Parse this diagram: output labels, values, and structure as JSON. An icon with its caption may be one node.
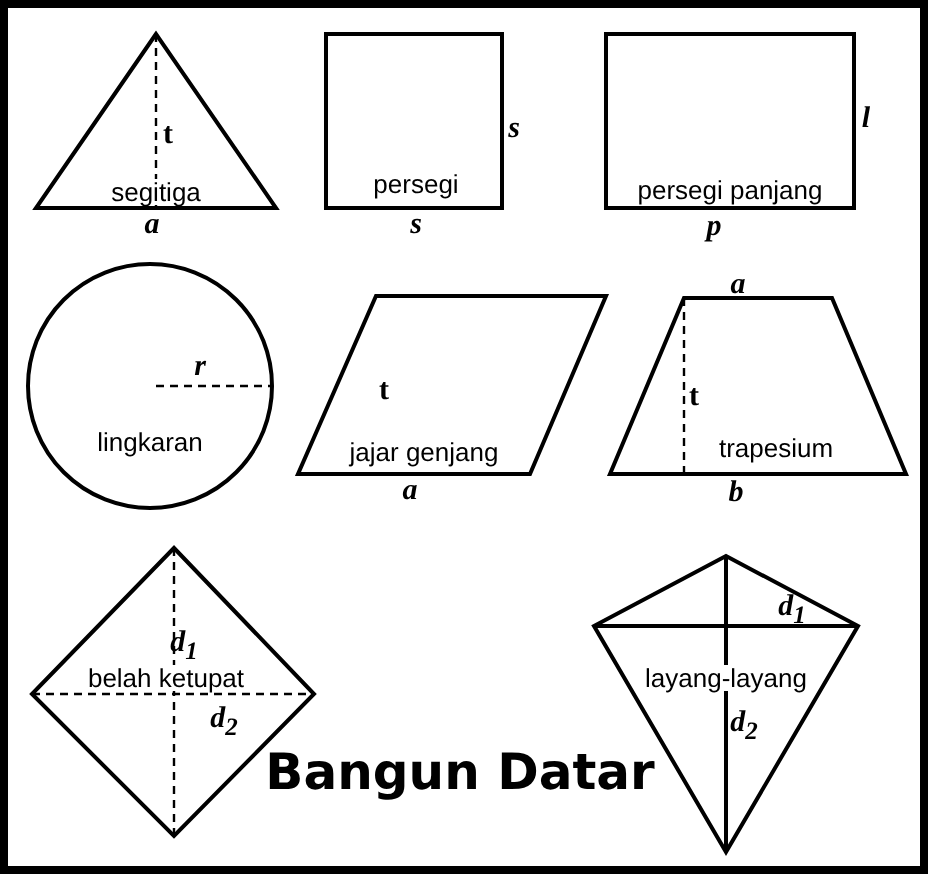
{
  "diagram": {
    "title": "Bangun Datar",
    "nodes": [
      {
        "text": [
          "t",
          "segitiga"
        ],
        "beside": [
          "a"
        ]
      },
      {
        "text": [
          "persegi"
        ],
        "beside": [
          "s",
          "s"
        ]
      },
      {
        "text": [
          "persegi panjang"
        ],
        "beside": [
          "l",
          "p"
        ]
      },
      {
        "text": [
          "r",
          "lingkaran"
        ]
      },
      {
        "text": [
          "t",
          "jajar genjang"
        ],
        "beside": [
          "a"
        ]
      },
      {
        "text": [
          "t",
          "trapesium"
        ],
        "beside": [
          "a",
          "b"
        ]
      },
      {
        "text": [
          "d$_{1}$",
          "belah ketupat",
          "d$_{2}$"
        ]
      },
      {
        "text": [
          "d$_{1}$",
          "layang-layang",
          "d$_{2}$"
        ]
      }
    ]
  }
}
